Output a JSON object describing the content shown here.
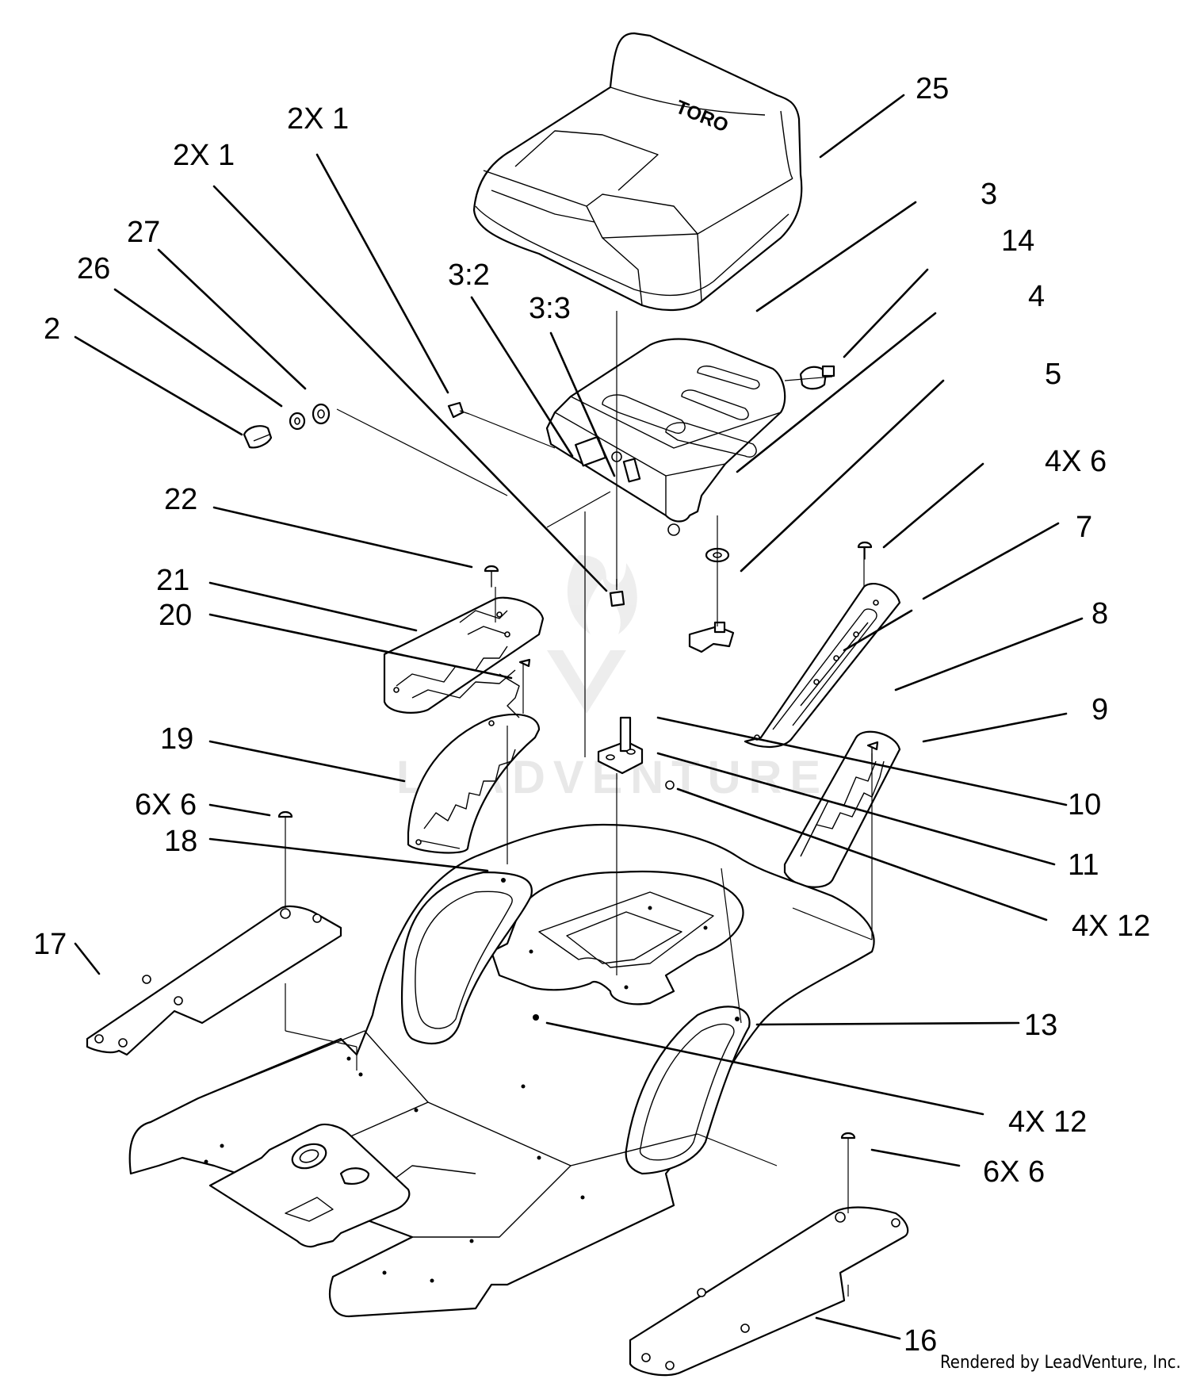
{
  "callouts": {
    "c25": "25",
    "c2x1_a": "2X 1",
    "c2x1_b": "2X 1",
    "c3": "3",
    "c14": "14",
    "c27": "27",
    "c26": "26",
    "c2": "2",
    "c3_2": "3:2",
    "c3_3": "3:3",
    "c4": "4",
    "c5": "5",
    "c4x6": "4X 6",
    "c22": "22",
    "c7": "7",
    "c21": "21",
    "c20": "20",
    "c8": "8",
    "c9": "9",
    "c19": "19",
    "c10": "10",
    "c6x6_a": "6X 6",
    "c11": "11",
    "c18": "18",
    "c4x12_a": "4X 12",
    "c17": "17",
    "c13": "13",
    "c4x12_b": "4X 12",
    "c6x6_b": "6X 6",
    "c16": "16"
  },
  "seat_logo": "TORO",
  "watermark": "LEADVENTURE",
  "credit": "Rendered by LeadVenture, Inc."
}
